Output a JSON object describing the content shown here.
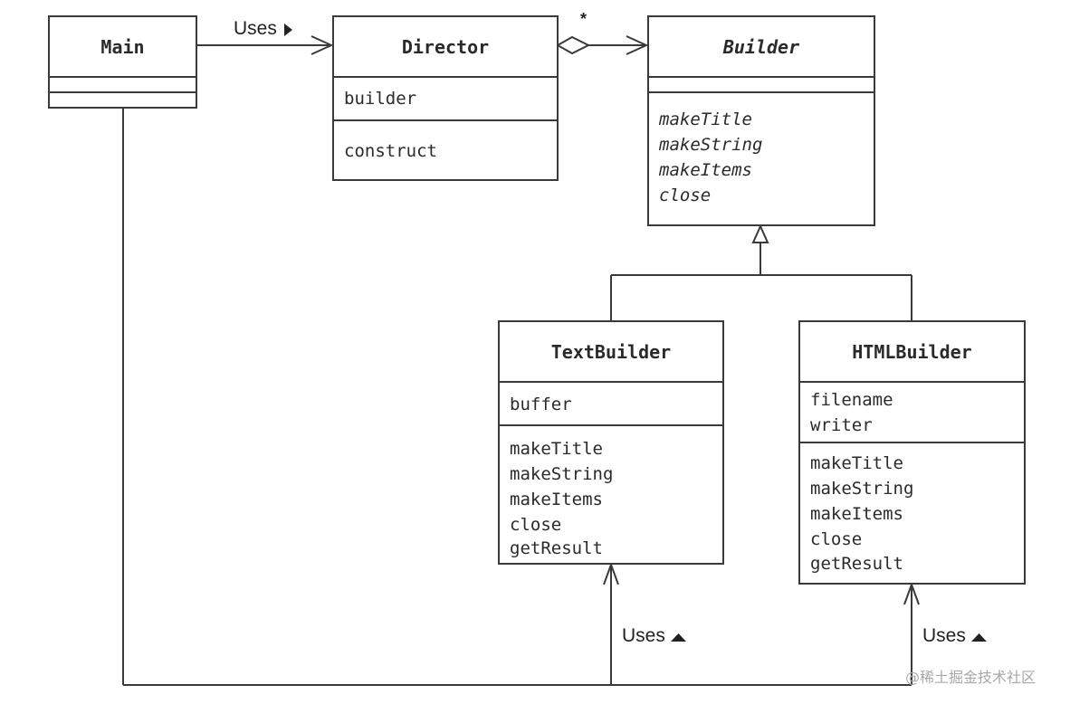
{
  "classes": {
    "main": {
      "name": "Main"
    },
    "director": {
      "name": "Director",
      "fields": [
        "builder"
      ],
      "methods": [
        "construct"
      ]
    },
    "builder": {
      "name": "Builder",
      "methods": [
        "makeTitle",
        "makeString",
        "makeItems",
        "close"
      ]
    },
    "textbuilder": {
      "name": "TextBuilder",
      "fields": [
        "buffer"
      ],
      "methods": [
        "makeTitle",
        "makeString",
        "makeItems",
        "close",
        "getResult"
      ]
    },
    "htmlbuilder": {
      "name": "HTMLBuilder",
      "fields": [
        "filename",
        "writer"
      ],
      "methods": [
        "makeTitle",
        "makeString",
        "makeItems",
        "close",
        "getResult"
      ]
    }
  },
  "relations": {
    "main_director_label": "Uses",
    "director_builder_multiplicity": "*",
    "textbuilder_label": "Uses",
    "htmlbuilder_label": "Uses"
  },
  "watermark": "@稀土掘金技术社区"
}
